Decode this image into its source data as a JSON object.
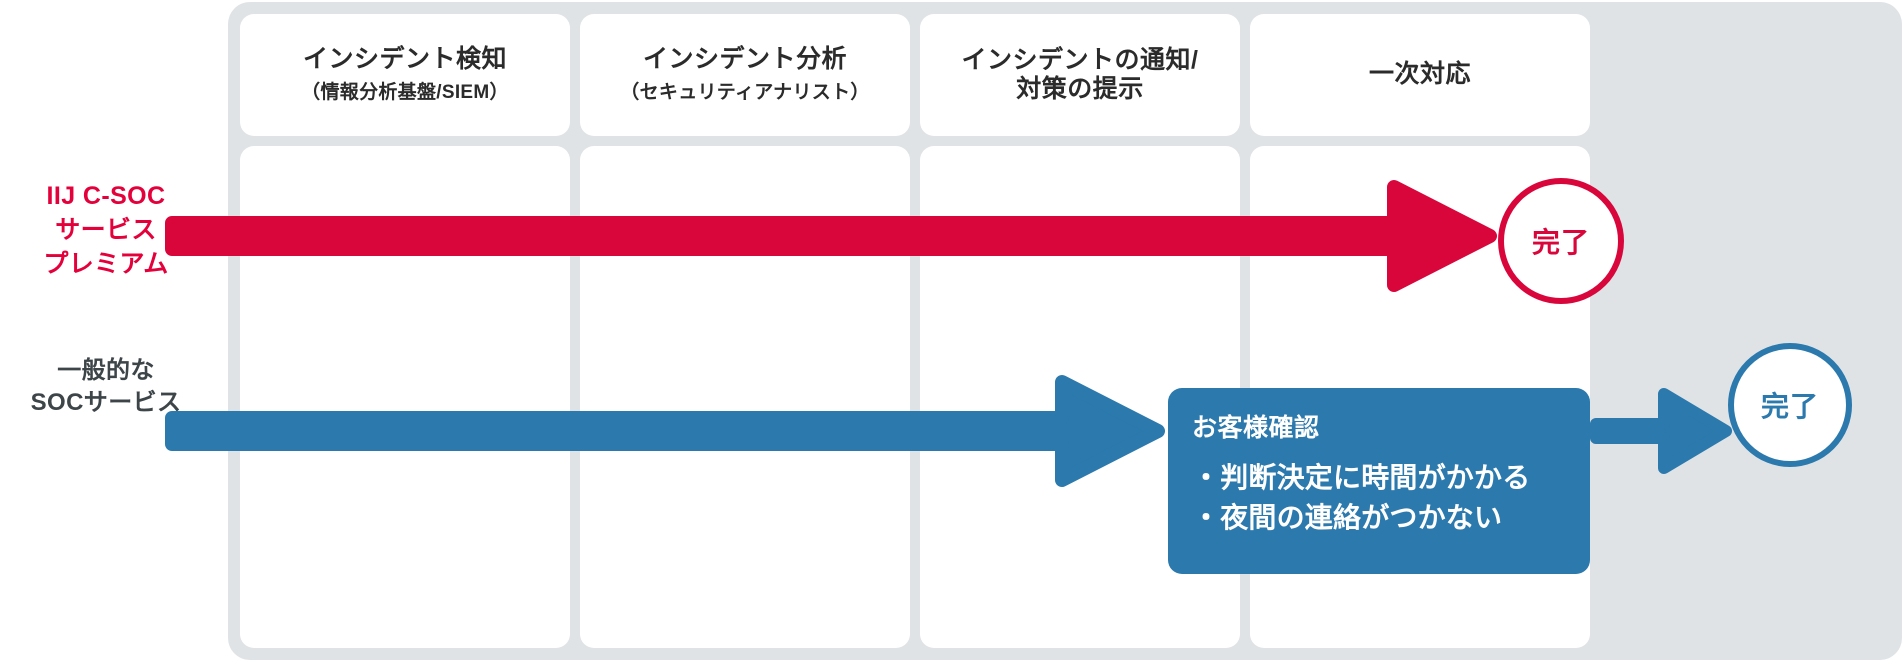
{
  "colors": {
    "panel_bg": "#dfe3e6",
    "cell_bg": "#ffffff",
    "premium_red": "#d9063c",
    "general_blue": "#2b79ad",
    "text_dark": "#2b2b2b",
    "label_gray": "#3d4548"
  },
  "columns": [
    {
      "title": "インシデント検知",
      "subtitle": "（情報分析基盤/SIEM）"
    },
    {
      "title": "インシデント分析",
      "subtitle": "（セキュリティアナリスト）"
    },
    {
      "title": "インシデントの通知/\n対策の提示",
      "subtitle": ""
    },
    {
      "title": "一次対応",
      "subtitle": ""
    }
  ],
  "rows": [
    {
      "label": "IIJ C-SOC\nサービス\nプレミアム",
      "color": "#e4003a"
    },
    {
      "label": "一般的な\nSOCサービス",
      "color": "#3d4548"
    }
  ],
  "flows": {
    "premium": {
      "arrow_color": "#d9063c",
      "done_label": "完了"
    },
    "general": {
      "arrow_color": "#2b79ad",
      "done_label": "完了",
      "callout": {
        "title": "お客様確認",
        "items": [
          "・判断決定に時間がかかる",
          "・夜間の連絡がつかない"
        ]
      }
    }
  }
}
